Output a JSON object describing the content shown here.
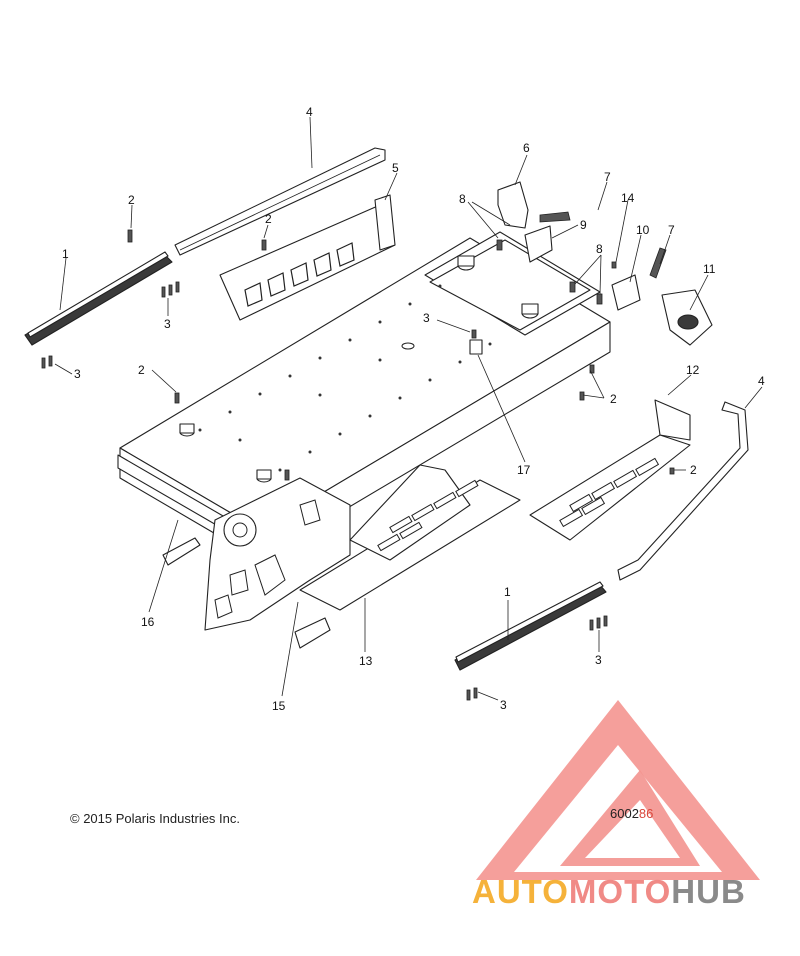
{
  "callouts": [
    {
      "id": "c1a",
      "label": "1"
    },
    {
      "id": "c1b",
      "label": "1"
    },
    {
      "id": "c2a",
      "label": "2"
    },
    {
      "id": "c2b",
      "label": "2"
    },
    {
      "id": "c2c",
      "label": "2"
    },
    {
      "id": "c2d",
      "label": "2"
    },
    {
      "id": "c2e",
      "label": "2"
    },
    {
      "id": "c3a",
      "label": "3"
    },
    {
      "id": "c3b",
      "label": "3"
    },
    {
      "id": "c3c",
      "label": "3"
    },
    {
      "id": "c3d",
      "label": "3"
    },
    {
      "id": "c3e",
      "label": "3"
    },
    {
      "id": "c4a",
      "label": "4"
    },
    {
      "id": "c4b",
      "label": "4"
    },
    {
      "id": "c5",
      "label": "5"
    },
    {
      "id": "c6",
      "label": "6"
    },
    {
      "id": "c7a",
      "label": "7"
    },
    {
      "id": "c7b",
      "label": "7"
    },
    {
      "id": "c8a",
      "label": "8"
    },
    {
      "id": "c8b",
      "label": "8"
    },
    {
      "id": "c9",
      "label": "9"
    },
    {
      "id": "c10",
      "label": "10"
    },
    {
      "id": "c11",
      "label": "11"
    },
    {
      "id": "c12",
      "label": "12"
    },
    {
      "id": "c13",
      "label": "13"
    },
    {
      "id": "c14",
      "label": "14"
    },
    {
      "id": "c15",
      "label": "15"
    },
    {
      "id": "c16",
      "label": "16"
    },
    {
      "id": "c17",
      "label": "17"
    }
  ],
  "copyright": "© 2015 Polaris Industries Inc.",
  "diagram_ref": {
    "part1": "6002",
    "part2": "86"
  },
  "logo": {
    "part1": "AUTO",
    "part2": "MOTO",
    "part3": "HUB"
  },
  "colors": {
    "logo_auto": "#f5b23a",
    "logo_moto": "#f08a86",
    "logo_hub": "#8a8a8a",
    "logo_triangle": "#f2827c",
    "ref_red": "#d9463b"
  }
}
